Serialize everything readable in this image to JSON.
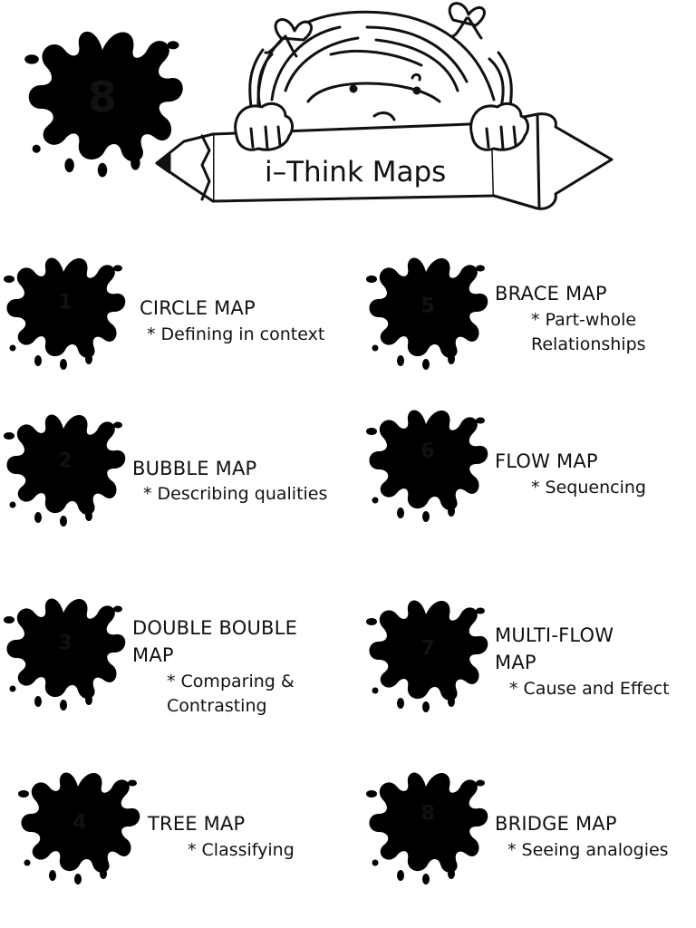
{
  "header": {
    "badge_number": "8",
    "title": "i–Think Maps"
  },
  "maps": [
    {
      "number": "1",
      "title": "CIRCLE MAP",
      "description": "* Defining in context"
    },
    {
      "number": "2",
      "title": "BUBBLE MAP",
      "description": "* Describing qualities"
    },
    {
      "number": "3",
      "title": "DOUBLE BOUBLE MAP",
      "description": "* Comparing & Contrasting"
    },
    {
      "number": "4",
      "title": "TREE MAP",
      "description": "* Classifying"
    },
    {
      "number": "5",
      "title": "BRACE MAP",
      "description": "* Part-whole Relationships"
    },
    {
      "number": "6",
      "title": "FLOW MAP",
      "description": "* Sequencing"
    },
    {
      "number": "7",
      "title": "MULTI-FLOW MAP",
      "description": "* Cause and Effect"
    },
    {
      "number": "8",
      "title": "BRIDGE MAP",
      "description": "* Seeing analogies"
    }
  ]
}
